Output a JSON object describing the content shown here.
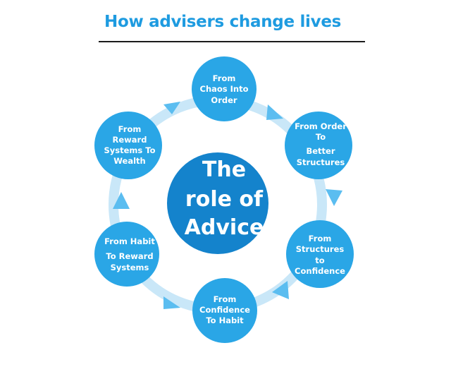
{
  "title": "How advisers change lives",
  "center": {
    "lines": [
      "The",
      "role of",
      "Advice"
    ]
  },
  "nodes": [
    {
      "lines": [
        "From",
        "Chaos Into",
        "Order"
      ]
    },
    {
      "lines": [
        "From Order",
        "To",
        "Better",
        "Structures"
      ]
    },
    {
      "lines": [
        "From",
        "Structures",
        "to",
        "Confidence"
      ]
    },
    {
      "lines": [
        "From",
        "Confidence",
        "To Habit"
      ]
    },
    {
      "lines": [
        "From Habit",
        "To Reward",
        "Systems"
      ]
    },
    {
      "lines": [
        "From",
        "Reward",
        "Systems To",
        "Wealth"
      ]
    }
  ],
  "colors": {
    "title": "#1e9be0",
    "node": "#2aa6e6",
    "center": "#1483cc",
    "ring": "#c9e7f8",
    "arrow": "#5bbdf0"
  },
  "icons": {
    "arrow": "triangle-arrow-icon"
  }
}
